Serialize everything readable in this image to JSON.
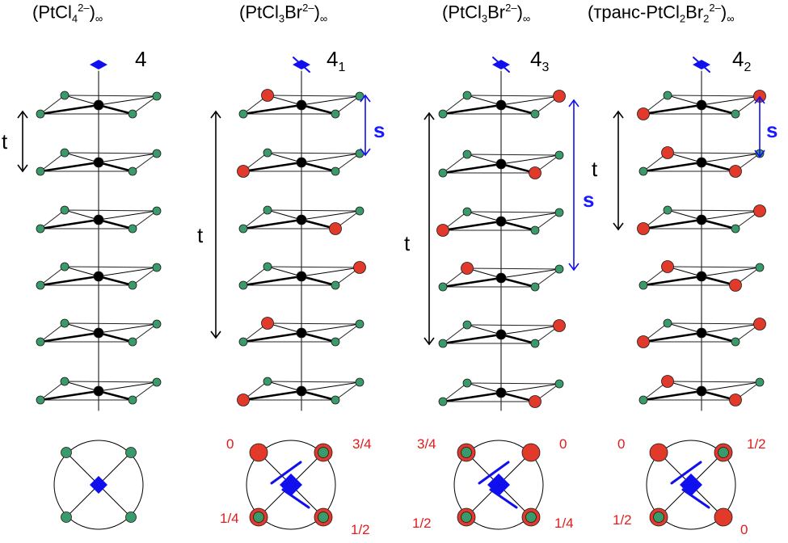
{
  "colors": {
    "chlorine": "#3a9a6a",
    "bromine": "#e23a2a",
    "platinum": "#000000",
    "axis_symbol": "#1010ee",
    "label_red": "#e31b1b"
  },
  "columns": [
    {
      "title_main": "(PtCl",
      "title_sub": "4",
      "title_sup": "2–",
      "title_end": ")",
      "title_inf": "∞",
      "symmetry": "4",
      "symmetry_sub": "",
      "t_label": "t",
      "s_label": "",
      "fractions": []
    },
    {
      "title_main": "(PtCl",
      "title_sub": "3",
      "title_mid": "Br",
      "title_sup": "2–",
      "title_end": ")",
      "title_inf": "∞",
      "symmetry": "4",
      "symmetry_sub": "1",
      "t_label": "t",
      "s_label": "s",
      "fractions": [
        "0",
        "3/4",
        "1/4",
        "1/2"
      ]
    },
    {
      "title_main": "(PtCl",
      "title_sub": "3",
      "title_mid": "Br",
      "title_sup": "2–",
      "title_end": ")",
      "title_inf": "∞",
      "symmetry": "4",
      "symmetry_sub": "3",
      "t_label": "t",
      "s_label": "s",
      "fractions": [
        "3/4",
        "0",
        "1/2",
        "1/4"
      ]
    },
    {
      "title_main": "(транс-PtCl",
      "title_sub": "2",
      "title_mid": "Br",
      "title_sub2": "2",
      "title_sup": "2–",
      "title_end": ")",
      "title_inf": "∞",
      "symmetry": "4",
      "symmetry_sub": "2",
      "t_label": "t",
      "s_label": "s",
      "fractions": [
        "0",
        "1/2",
        "1/2",
        "0"
      ]
    }
  ]
}
